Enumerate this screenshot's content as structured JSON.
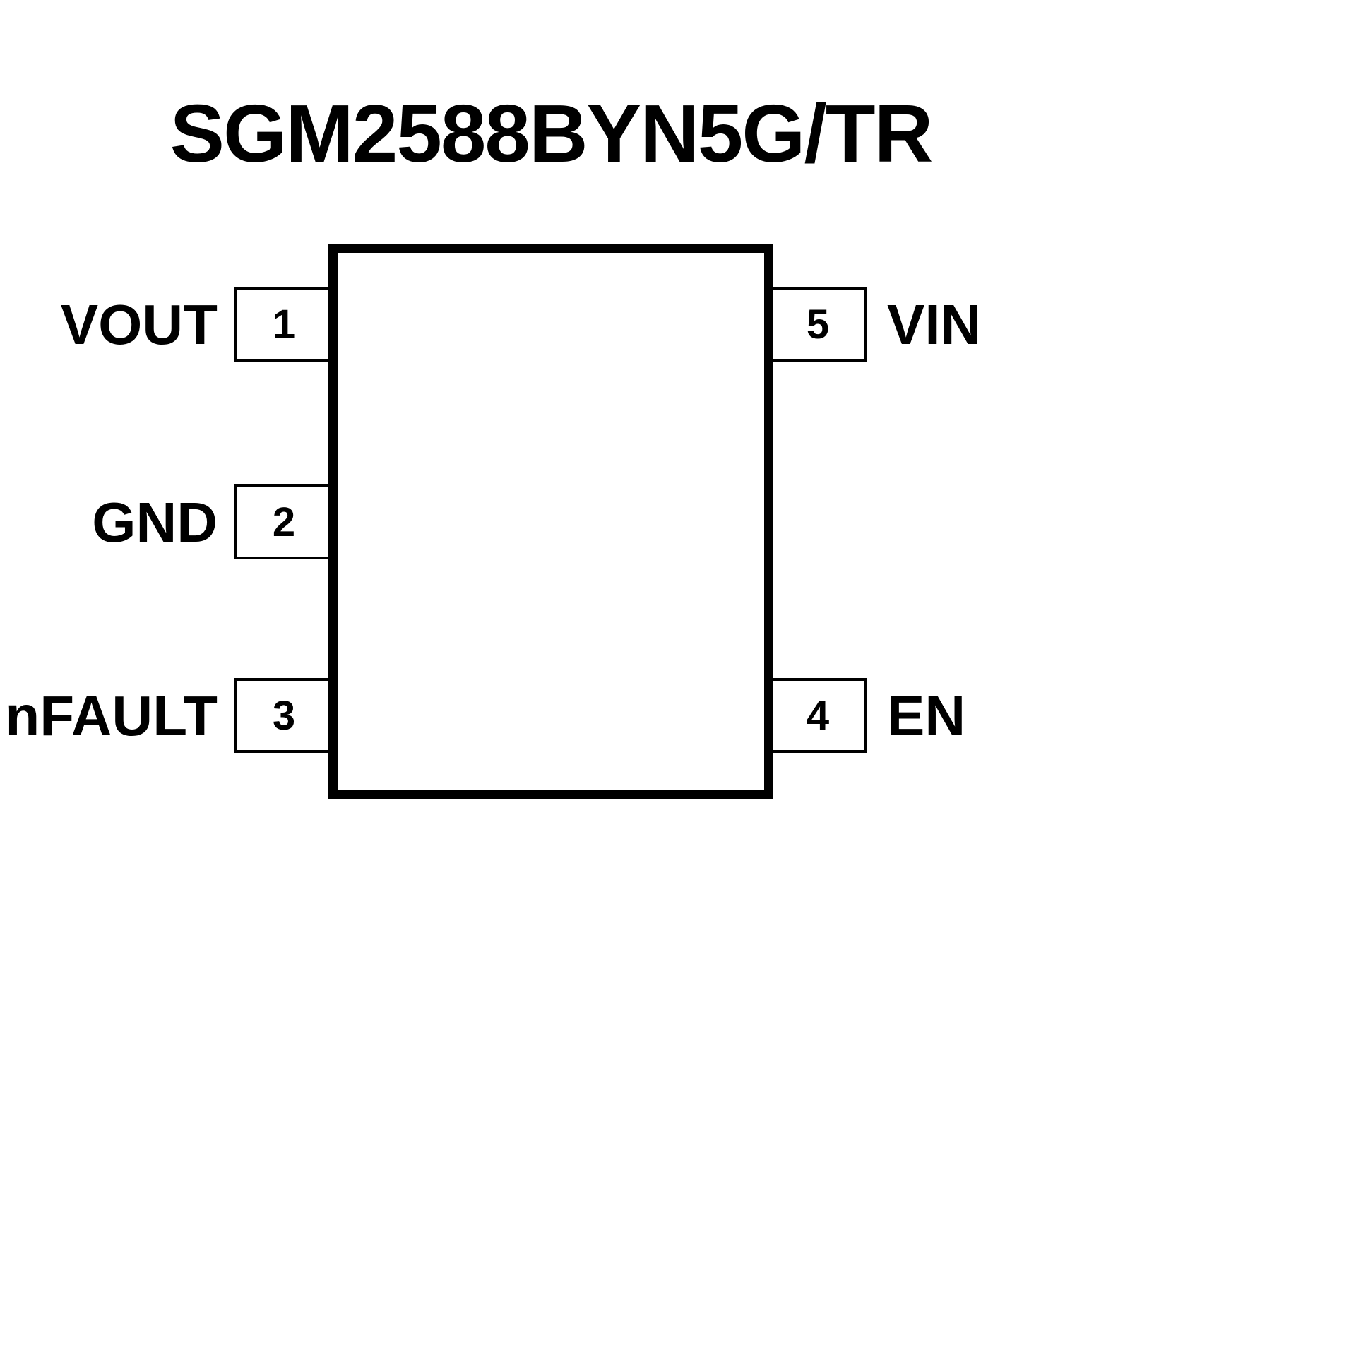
{
  "title": "SGM2588BYN5G/TR",
  "chip": {
    "left_pins": [
      {
        "number": "1",
        "label": "VOUT"
      },
      {
        "number": "2",
        "label": "GND"
      },
      {
        "number": "3",
        "label": "nFAULT"
      }
    ],
    "right_pins": [
      {
        "number": "5",
        "label": "VIN"
      },
      {
        "number": "4",
        "label": "EN"
      }
    ]
  }
}
